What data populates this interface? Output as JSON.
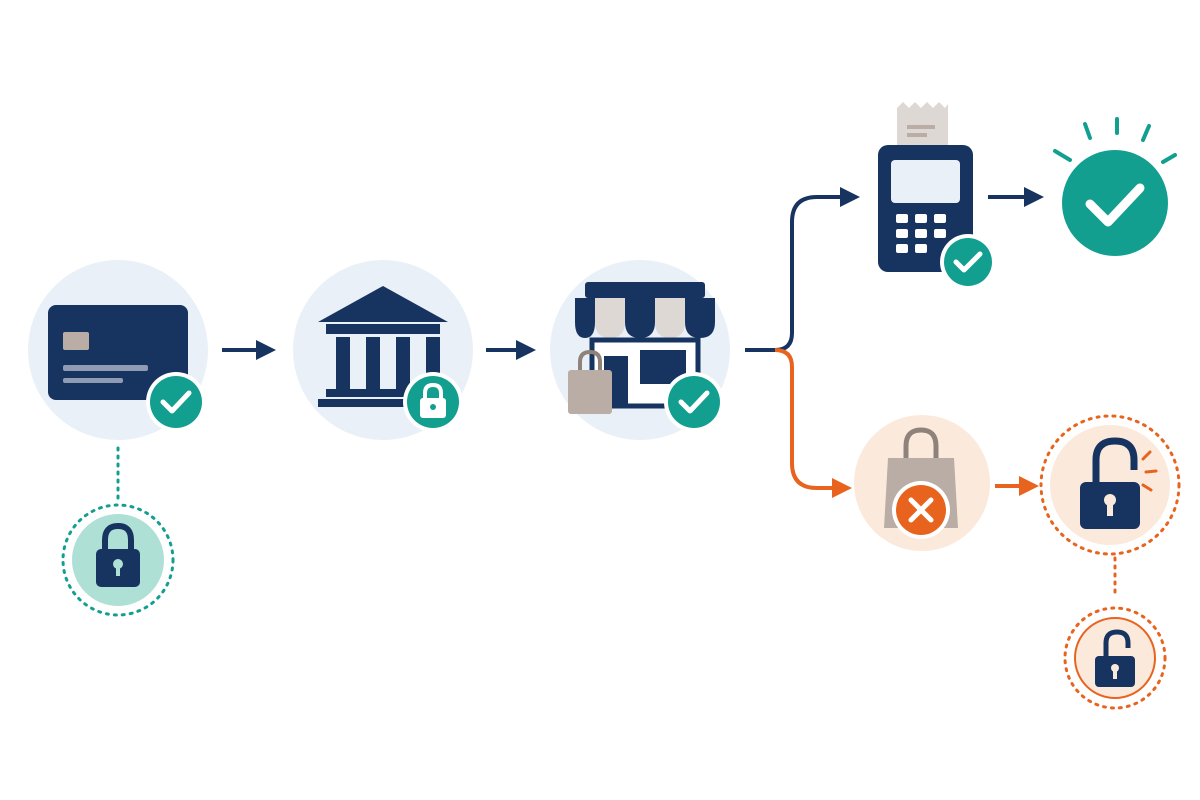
{
  "colors": {
    "navy": "#17335f",
    "teal": "#139f90",
    "orange": "#e8641e",
    "pale_blue": "#e9f0f7",
    "pale_orange": "#fbe9dc",
    "pale_teal": "#aee0d6",
    "taupe": "#b9ada5",
    "gray": "#ddd8d3",
    "white": "#ffffff"
  },
  "nodes": [
    {
      "id": "card",
      "icon": "credit-card-icon",
      "badge": "check-badge-icon",
      "status": "success"
    },
    {
      "id": "card-lock",
      "icon": "padlock-closed-icon",
      "status": "secured"
    },
    {
      "id": "bank",
      "icon": "bank-icon",
      "badge": "padlock-badge-icon",
      "status": "secured"
    },
    {
      "id": "store",
      "icon": "storefront-icon",
      "badge": "check-badge-icon",
      "status": "success"
    },
    {
      "id": "terminal",
      "icon": "payment-terminal-icon",
      "badge": "check-badge-icon",
      "status": "success"
    },
    {
      "id": "approved",
      "icon": "check-circle-icon",
      "status": "success"
    },
    {
      "id": "declined-purchase",
      "icon": "shopping-bag-icon",
      "badge": "cross-badge-icon",
      "status": "failure"
    },
    {
      "id": "unlocked",
      "icon": "padlock-open-icon",
      "status": "failure"
    },
    {
      "id": "unlocked-small",
      "icon": "padlock-open-icon",
      "status": "failure"
    }
  ],
  "edges": [
    {
      "from": "card",
      "to": "bank",
      "style": "arrow",
      "status": "normal"
    },
    {
      "from": "bank",
      "to": "store",
      "style": "arrow",
      "status": "normal"
    },
    {
      "from": "store",
      "to": "terminal",
      "style": "branch-arrow",
      "status": "normal"
    },
    {
      "from": "terminal",
      "to": "approved",
      "style": "arrow",
      "status": "normal"
    },
    {
      "from": "store",
      "to": "declined-purchase",
      "style": "branch-arrow",
      "status": "failure"
    },
    {
      "from": "declined-purchase",
      "to": "unlocked",
      "style": "arrow",
      "status": "failure"
    },
    {
      "from": "card",
      "to": "card-lock",
      "style": "dotted",
      "status": "secured"
    },
    {
      "from": "unlocked",
      "to": "unlocked-small",
      "style": "dotted",
      "status": "failure"
    }
  ]
}
